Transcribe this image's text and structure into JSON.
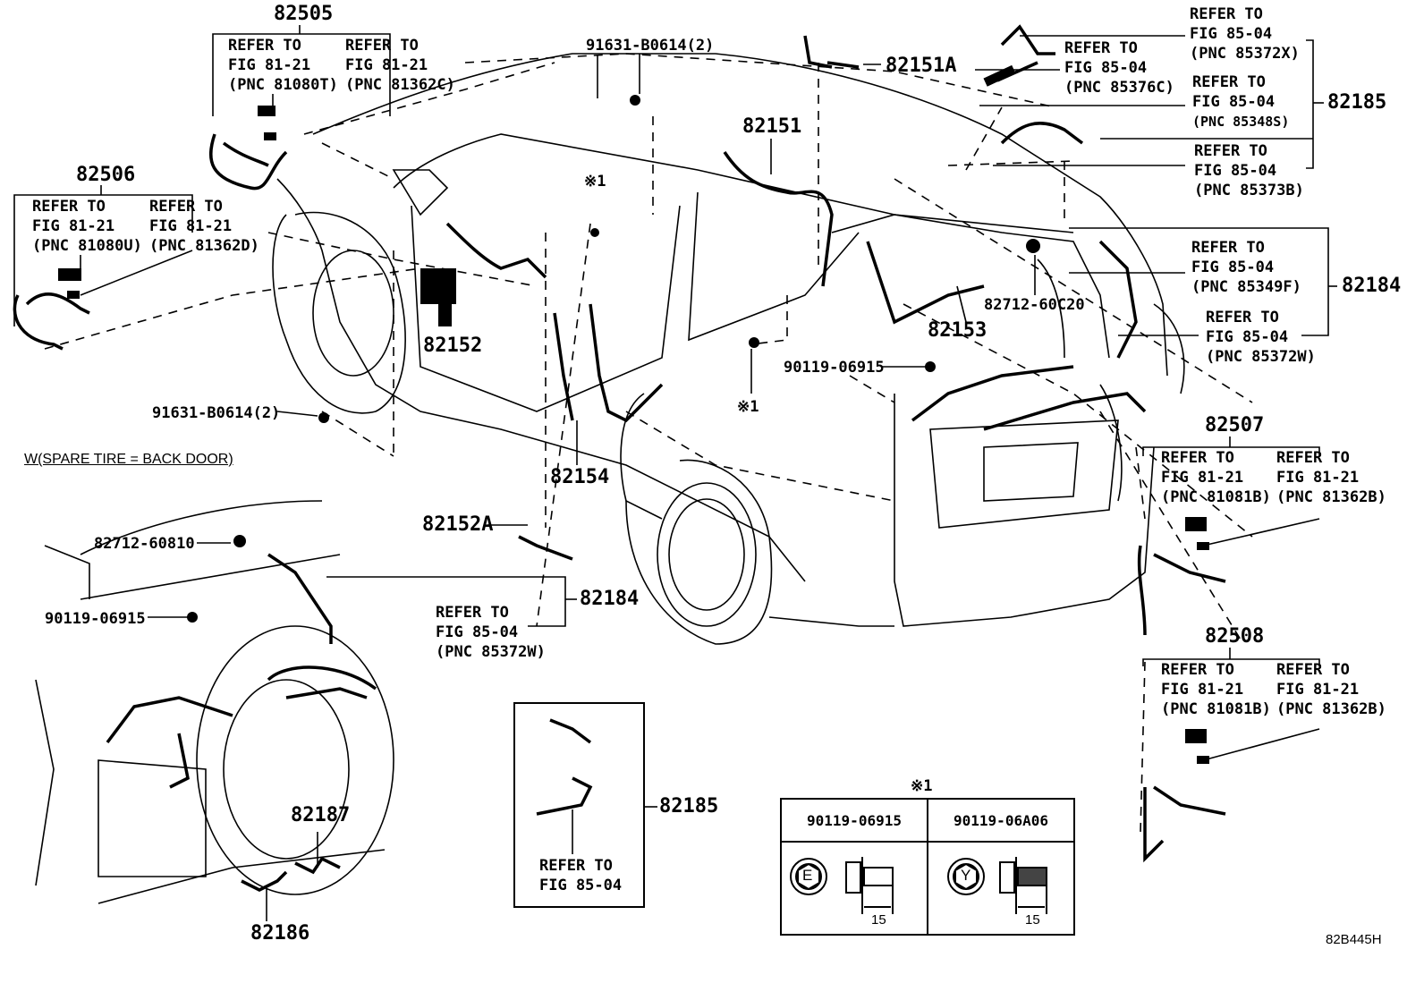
{
  "diagram": {
    "figure_code": "82B445H",
    "variant_note": "W(SPARE TIRE = BACK DOOR)",
    "refer_to": "REFER TO",
    "callouts": {
      "c82505": {
        "part": "82505",
        "refs": [
          {
            "fig": "FIG 81-21",
            "pnc": "(PNC 81080T)"
          },
          {
            "fig": "FIG 81-21",
            "pnc": "(PNC 81362C)"
          }
        ]
      },
      "c82506": {
        "part": "82506",
        "refs": [
          {
            "fig": "FIG 81-21",
            "pnc": "(PNC 81080U)"
          },
          {
            "fig": "FIG 81-21",
            "pnc": "(PNC 81362D)"
          }
        ]
      },
      "c82185_top": {
        "part": "82185",
        "refs": [
          {
            "fig": "FIG 85-04",
            "pnc": "(PNC 85372X)"
          },
          {
            "fig": "FIG 85-04",
            "pnc": "(PNC 85376C)"
          },
          {
            "fig": "FIG 85-04",
            "pnc": "(PNC 85348S)"
          },
          {
            "fig": "FIG 85-04",
            "pnc": "(PNC 85373B)"
          }
        ]
      },
      "c82184_right": {
        "part": "82184",
        "refs": [
          {
            "fig": "FIG 85-04",
            "pnc": "(PNC 85349F)"
          },
          {
            "fig": "FIG 85-04",
            "pnc": "(PNC 85372W)"
          }
        ]
      },
      "c82507": {
        "part": "82507",
        "refs": [
          {
            "fig": "FIG 81-21",
            "pnc": "(PNC 81081B)"
          },
          {
            "fig": "FIG 81-21",
            "pnc": "(PNC 81362B)"
          }
        ]
      },
      "c82508": {
        "part": "82508",
        "refs": [
          {
            "fig": "FIG 81-21",
            "pnc": "(PNC 81081B)"
          },
          {
            "fig": "FIG 81-21",
            "pnc": "(PNC 81362B)"
          }
        ]
      },
      "c82184_left": {
        "part": "82184",
        "refs": [
          {
            "fig": "FIG 85-04",
            "pnc": "(PNC 85372W)"
          }
        ]
      },
      "c82185_box": {
        "part": "82185",
        "refs": [
          {
            "fig": "FIG 85-04",
            "pnc": ""
          }
        ]
      }
    },
    "parts": {
      "p82151A": "82151A",
      "p82151": "82151",
      "p82152": "82152",
      "p82152A": "82152A",
      "p82153": "82153",
      "p82154": "82154",
      "p82186": "82186",
      "p82187": "82187",
      "bolt_top": "91631-B0614(2)",
      "bolt_left": "91631-B0614(2)",
      "clamp_right": "82712-60C20",
      "clamp_left": "82712-60810",
      "bolt_mid": "90119-06915",
      "bolt_lower_left": "90119-06915",
      "note_mark_1": "※1",
      "note_mark_2": "※1"
    },
    "fastener_table": {
      "note_mark": "※1",
      "columns": [
        {
          "part": "90119-06915",
          "head_mark": "E",
          "length": "15"
        },
        {
          "part": "90119-06A06",
          "head_mark": "Y",
          "length": "15"
        }
      ]
    }
  }
}
